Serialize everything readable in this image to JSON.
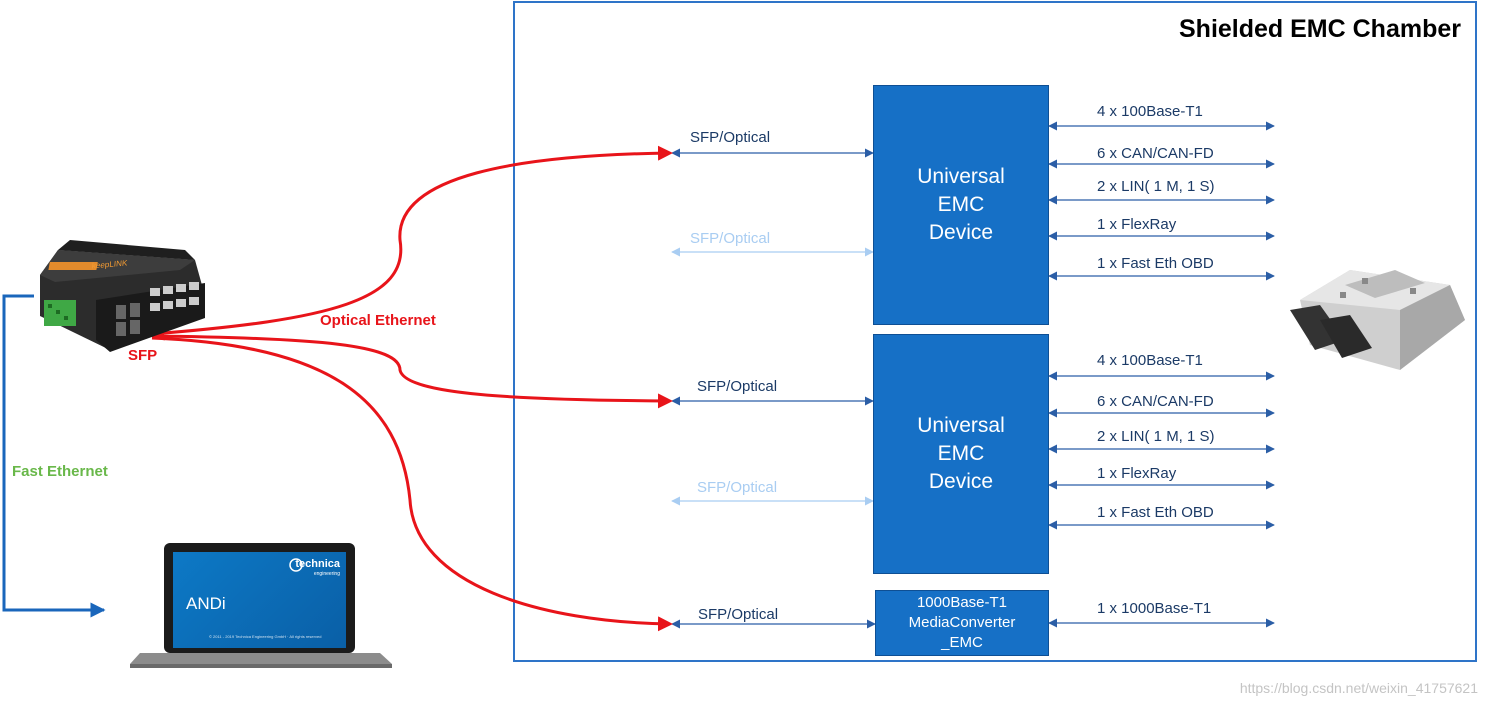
{
  "chamber": {
    "title": "Shielded EMC Chamber"
  },
  "devices": {
    "emc1": [
      "Universal",
      "EMC",
      "Device"
    ],
    "emc2": [
      "Universal",
      "EMC",
      "Device"
    ],
    "media": [
      "1000Base-T1",
      "MediaConverter",
      "_EMC"
    ]
  },
  "sfp_labels": {
    "d1_top": "SFP/Optical",
    "d1_bottom": "SFP/Optical",
    "d2_top": "SFP/Optical",
    "d2_bottom": "SFP/Optical",
    "media": "SFP/Optical"
  },
  "interfaces": {
    "d1": [
      "4 x 100Base-T1",
      "6 x CAN/CAN-FD",
      "2 x LIN( 1 M, 1 S)",
      "1 x FlexRay",
      "1 x Fast Eth OBD"
    ],
    "d2": [
      "4 x 100Base-T1",
      "6 x CAN/CAN-FD",
      "2 x LIN( 1 M, 1 S)",
      "1 x FlexRay",
      "1 x Fast Eth OBD"
    ],
    "media": [
      "1 x 1000Base-T1"
    ]
  },
  "labels": {
    "optical_ethernet": "Optical Ethernet",
    "sfp": "SFP",
    "fast_ethernet": "Fast Ethernet"
  },
  "switch": {
    "brand": "keepLINK"
  },
  "laptop": {
    "app_name": "ANDi",
    "logo_text": "technica",
    "logo_sub": "engineering",
    "footer": "© 2011 - 2019 Technica Engineering GmbH · All rights reserved"
  },
  "watermark": "https://blog.csdn.net/weixin_41757621",
  "colors": {
    "device_blue": "#1670c6",
    "chamber_border": "#2e74c8",
    "optical_red": "#e8141a",
    "fast_eth_green": "#69b84a",
    "fast_eth_line": "#1a66bb"
  }
}
